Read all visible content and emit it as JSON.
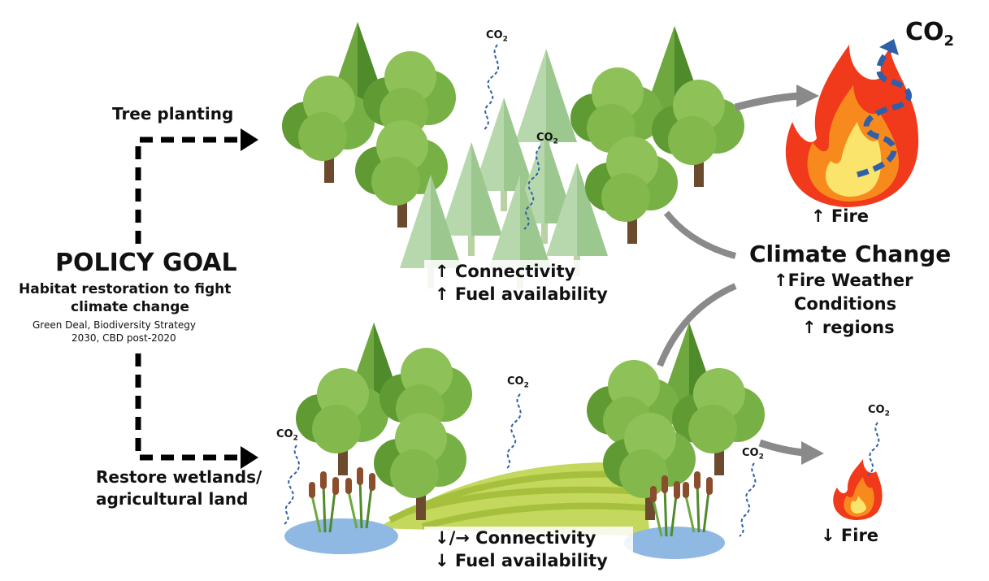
{
  "policy": {
    "title": "POLICY GOAL",
    "subtitle_line1": "Habitat restoration to fight",
    "subtitle_line2": "climate change",
    "source_line1": "Green Deal, Biodiversity Strategy",
    "source_line2": "2030, CBD post-2020"
  },
  "branches": {
    "tree_planting": "Tree planting",
    "restore_line1": "Restore wetlands/",
    "restore_line2": "agricultural land"
  },
  "top_effects": {
    "connectivity": "↑ Connectivity",
    "fuel": "↑ Fuel availability"
  },
  "bottom_effects": {
    "connectivity": "↓/→ Connectivity",
    "fuel": "↓ Fuel availability"
  },
  "climate": {
    "title": "Climate Change",
    "line1": "↑Fire Weather",
    "line2": "Conditions",
    "line3": "↑ regions"
  },
  "fire": {
    "top": "↑ Fire",
    "bottom": "↓ Fire"
  },
  "co2": {
    "label": "CO",
    "sub": "2"
  },
  "colors": {
    "tree_dark": "#4c8a2a",
    "tree_mid": "#6fa83b",
    "tree_light": "#9dc56a",
    "pine_pale": "#a9cfa0",
    "trunk": "#6b4a2e",
    "fire_red": "#f03a1b",
    "fire_orange": "#f88a1d",
    "fire_yellow": "#fbe46c",
    "co2_blue": "#2f5fa8",
    "water": "#8fb8e3",
    "field": "#c3d85d",
    "arrow_grey": "#8a8a8a"
  }
}
